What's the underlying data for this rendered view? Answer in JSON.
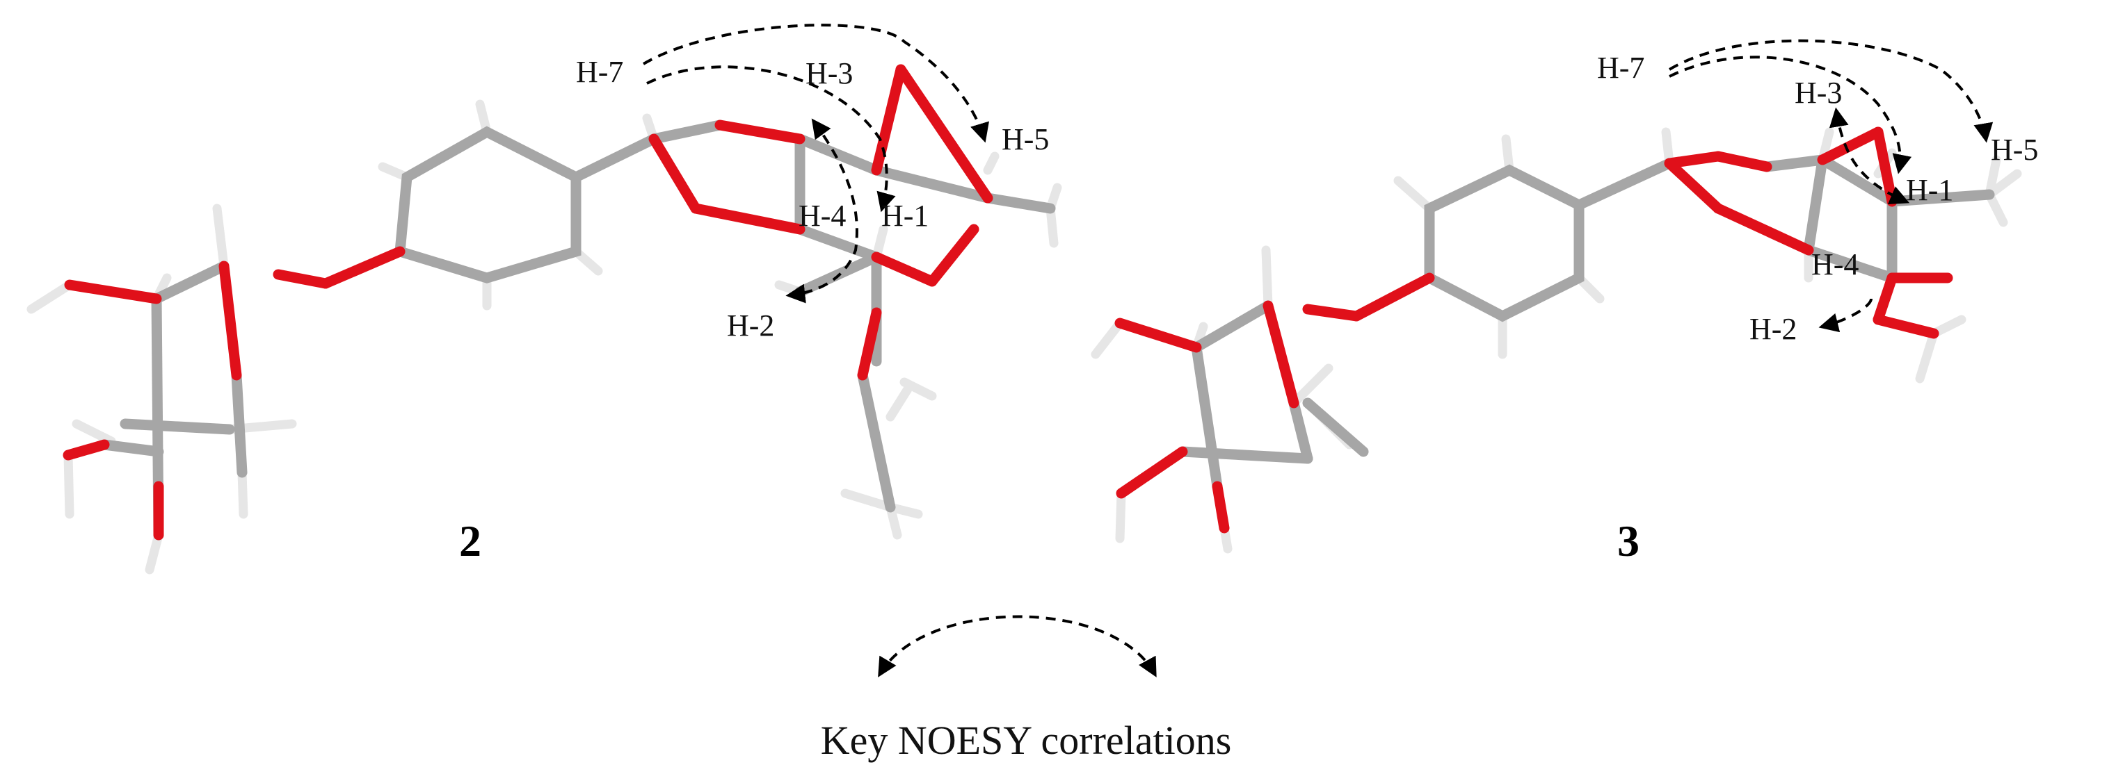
{
  "figure": {
    "compounds": [
      {
        "id": "2",
        "noesy_labels": [
          "H-7",
          "H-3",
          "H-5",
          "H-4",
          "H-1",
          "H-2"
        ]
      },
      {
        "id": "3",
        "noesy_labels": [
          "H-7",
          "H-3",
          "H-5",
          "H-1",
          "H-4",
          "H-2"
        ]
      }
    ],
    "legend": {
      "text": "Key NOESY correlations"
    },
    "colors": {
      "carbon": "#a6a6a6",
      "oxygen": "#e0101a",
      "hydrogen": "#e6e6e6",
      "arrow": "#000000"
    }
  }
}
